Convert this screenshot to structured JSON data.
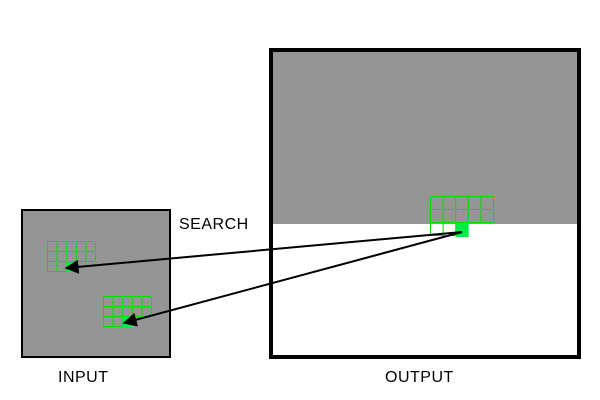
{
  "labels": {
    "search": "SEARCH",
    "input": "INPUT",
    "output": "OUTPUT"
  },
  "colors": {
    "gray_fill": "#959595",
    "grid_green": "#00dd00",
    "pixel_green": "#00ee44",
    "border": "#000000",
    "arrow": "#000000",
    "background": "#ffffff"
  },
  "icons": {
    "arrowhead": "arrowhead-icon"
  }
}
